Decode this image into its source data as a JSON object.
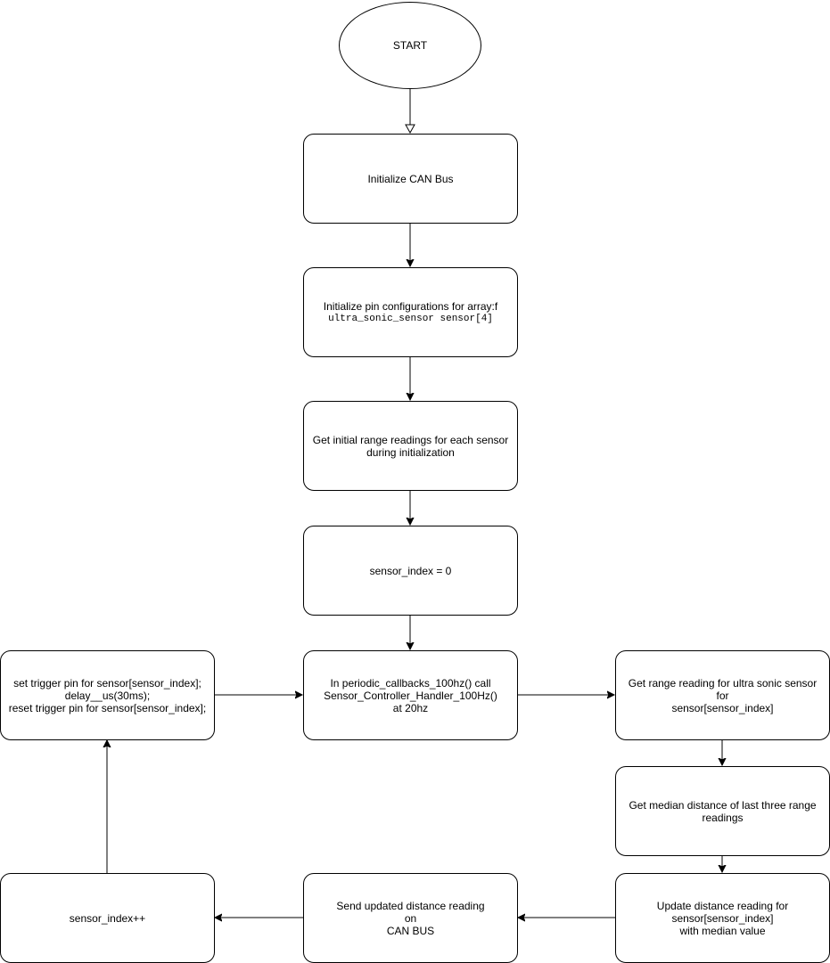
{
  "start": {
    "label": "START"
  },
  "steps": {
    "init_can": [
      "Initialize CAN Bus"
    ],
    "init_pins": [
      "Initialize pin configurations for array:f"
    ],
    "init_pins_code": "ultra_sonic_sensor sensor[4]",
    "init_readings": [
      "Get initial range readings for each sensor",
      "during initialization"
    ],
    "sensor_index_zero": [
      "sensor_index = 0"
    ],
    "periodic": [
      "In periodic_callbacks_100hz() call",
      "Sensor_Controller_Handler_100Hz()",
      "at 20hz"
    ],
    "get_range": [
      "Get range reading for ultra sonic sensor",
      "for",
      "sensor[sensor_index]"
    ],
    "median": [
      "Get median distance of last three range",
      "readings"
    ],
    "update": [
      "Update distance reading for",
      "sensor[sensor_index]",
      "with median value"
    ],
    "send": [
      "Send updated distance reading",
      "on",
      "CAN BUS"
    ],
    "increment": [
      "sensor_index++"
    ],
    "trigger": [
      "set trigger pin for sensor[sensor_index];",
      "delay__us(30ms);",
      "reset trigger pin for sensor[sensor_index];"
    ]
  }
}
